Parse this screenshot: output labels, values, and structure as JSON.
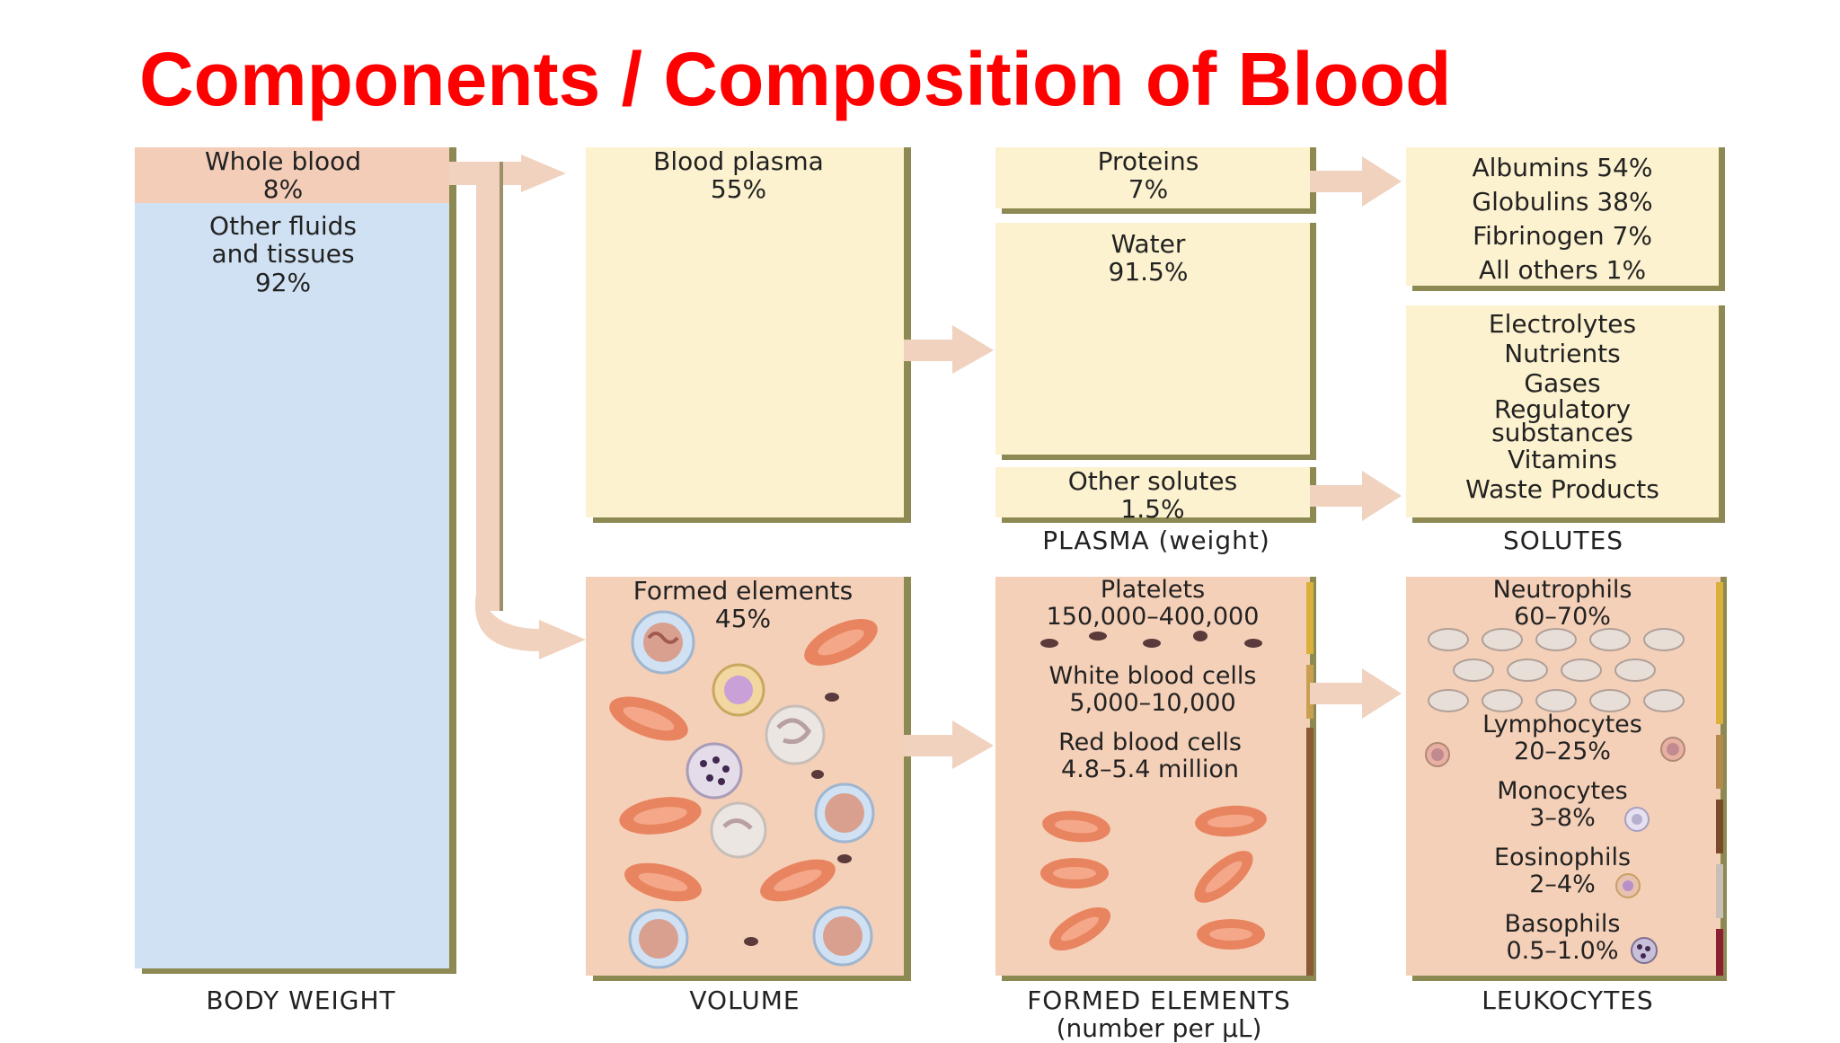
{
  "title": "Components / Composition of Blood",
  "colors": {
    "title": "#ff0000",
    "whole_blood": "#f3cdb8",
    "other_fluids": "#cfe1f2",
    "plasma": "#fdf2cf",
    "formed_elements": "#f5d0b8",
    "arrow": "#f0d2bf",
    "border": "#8c8a52",
    "rbc": "#e8845f"
  },
  "body_weight": {
    "whole_blood": "Whole blood",
    "whole_blood_pct": "8%",
    "other_fluids_line1": "Other fluids",
    "other_fluids_line2": "and tissues",
    "other_fluids_pct": "92%",
    "caption": "BODY WEIGHT"
  },
  "volume": {
    "plasma": "Blood plasma",
    "plasma_pct": "55%",
    "formed": "Formed elements",
    "formed_pct": "45%",
    "caption": "VOLUME"
  },
  "plasma_weight": {
    "proteins": "Proteins",
    "proteins_pct": "7%",
    "water": "Water",
    "water_pct": "91.5%",
    "other_solutes": "Other solutes",
    "other_solutes_pct": "1.5%",
    "caption": "PLASMA (weight)"
  },
  "proteins_list": [
    "Albumins 54%",
    "Globulins 38%",
    "Fibrinogen 7%",
    "All others 1%"
  ],
  "solutes_list": [
    "Electrolytes",
    "Nutrients",
    "Gases",
    "Regulatory",
    "substances",
    "Vitamins",
    "Waste Products"
  ],
  "solutes_caption": "SOLUTES",
  "formed_elements": {
    "platelets": "Platelets",
    "platelets_count": "150,000–400,000",
    "wbc": "White blood cells",
    "wbc_count": "5,000–10,000",
    "rbc": "Red blood cells",
    "rbc_count": "4.8–5.4 million",
    "caption": "FORMED ELEMENTS",
    "caption_sub": "(number per µL)"
  },
  "leukocytes": {
    "neutrophils": "Neutrophils",
    "neutrophils_pct": "60–70%",
    "lymphocytes": "Lymphocytes",
    "lymphocytes_pct": "20–25%",
    "monocytes": "Monocytes",
    "monocytes_pct": "3–8%",
    "eosinophils": "Eosinophils",
    "eosinophils_pct": "2–4%",
    "basophils": "Basophils",
    "basophils_pct": "0.5–1.0%",
    "caption": "LEUKOCYTES"
  }
}
